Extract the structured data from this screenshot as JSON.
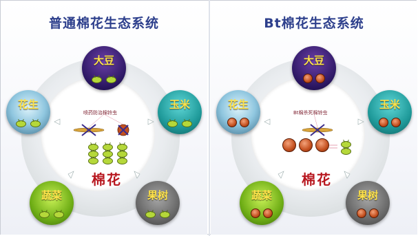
{
  "left": {
    "title": "普通棉花生态系统",
    "caption": "喷药防治棉铃虫",
    "center": "棉花",
    "nodes": {
      "dadou": "大豆",
      "yumi": "玉米",
      "huasheng": "花生",
      "shucai": "蔬菜",
      "guoshu": "果树"
    }
  },
  "right": {
    "title": "Bt棉花生态系统",
    "caption": "Bt棉杀死棉铃虫",
    "center": "棉花",
    "nodes": {
      "dadou": "大豆",
      "yumi": "玉米",
      "huasheng": "花生",
      "shucai": "蔬菜",
      "guoshu": "果树"
    }
  },
  "colors": {
    "title": "#2d3f8c",
    "center_text": "#b8171f",
    "node_label": "#ffe34a",
    "green_pest": "#b5d83a",
    "bollworm": "#c4501f"
  }
}
